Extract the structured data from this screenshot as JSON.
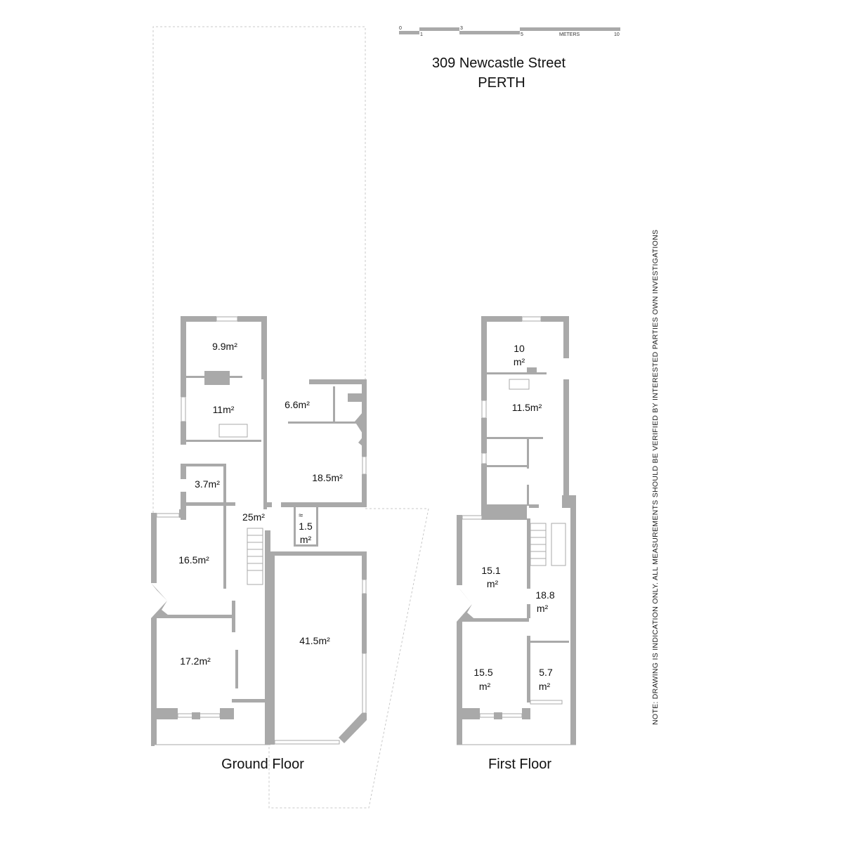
{
  "title": {
    "line1": "309 Newcastle Street",
    "line2": "PERTH"
  },
  "scale_bar": {
    "ticks": [
      "0",
      "1",
      "3",
      "5",
      "10"
    ],
    "unit": "METERS"
  },
  "note": "NOTE: DRAWING IS INDICATION ONLY. ALL MEASUREMENTS SHOULD BE VERIFIED BY INTERESTED PARTIES OWN INVESTIGATIONS",
  "ground_floor": {
    "label": "Ground Floor",
    "rooms": [
      "9.9m²",
      "11m²",
      "6.6m²",
      "18.5m²",
      "3.7m²",
      "25m²",
      "16.5m²",
      "17.2m²",
      "41.5m²"
    ],
    "small_room": {
      "symbol": "≈",
      "line1": "1.5",
      "line2": "m²"
    }
  },
  "first_floor": {
    "label": "First Floor",
    "rooms": [
      {
        "line1": "10",
        "line2": "m²"
      },
      {
        "line1": "11.5m²",
        "line2": ""
      },
      {
        "line1": "15.1",
        "line2": "m²"
      },
      {
        "line1": "18.8",
        "line2": "m²"
      },
      {
        "line1": "15.5",
        "line2": "m²"
      },
      {
        "line1": "5.7",
        "line2": "m²"
      }
    ]
  },
  "colors": {
    "wall": "#a9a9a9",
    "text": "#111111"
  }
}
